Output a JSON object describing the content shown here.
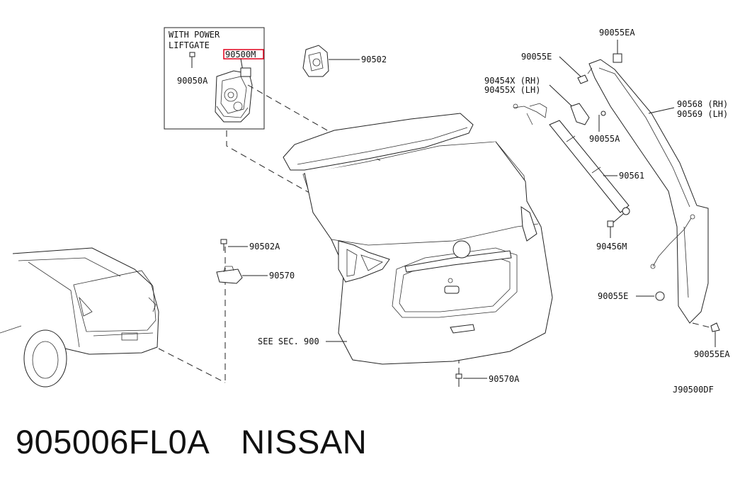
{
  "inset": {
    "title_line1": "WITH POWER",
    "title_line2": "LIFTGATE",
    "highlight_part": "90500M",
    "highlight_color": "#e0001b"
  },
  "parts": {
    "p90050A": "90050A",
    "p90502": "90502",
    "p90055EA_top": "90055EA",
    "p90055E_top": "90055E",
    "p90454X": "90454X (RH)",
    "p90455X": "90455X (LH)",
    "p90568": "90568 (RH)",
    "p90569": "90569 (LH)",
    "p90055A": "90055A",
    "p90561": "90561",
    "p90456M": "90456M",
    "p90502A": "90502A",
    "p90570": "90570",
    "p90055E_mid": "90055E",
    "p90055EA_bottom": "90055EA",
    "see_sec": "SEE SEC. 900",
    "p90570A": "90570A"
  },
  "diagram_code": "J90500DF",
  "footer": {
    "part_number": "905006FL0A",
    "brand": "NISSAN"
  }
}
